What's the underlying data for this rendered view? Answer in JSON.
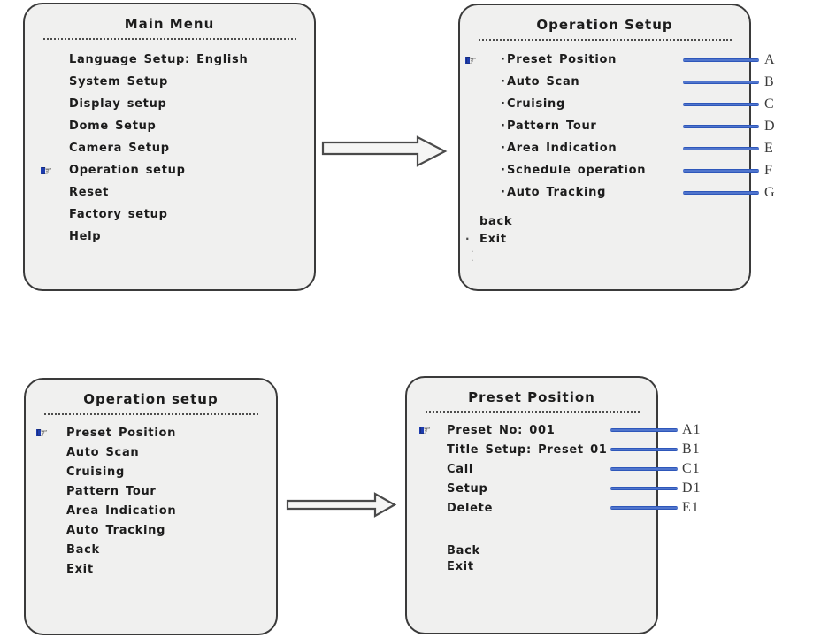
{
  "icons": {
    "cursor_glyph": "☞",
    "bullet_glyph": "·"
  },
  "colors": {
    "panel_bg": "#f0f0ef",
    "panel_border": "#3a3a3a",
    "callout_blue_dark": "#2e57ba",
    "callout_blue_light": "#7d9ce5",
    "cursor_cuff_blue": "#1d3cae",
    "text": "#1c1c1c",
    "tag_text": "#3a3a3a"
  },
  "panels": {
    "main_menu": {
      "title": "Main Menu",
      "items": [
        {
          "label": "Language Setup: English",
          "cursor": false
        },
        {
          "label": "System Setup",
          "cursor": false
        },
        {
          "label": "Display setup",
          "cursor": false
        },
        {
          "label": "Dome Setup",
          "cursor": false
        },
        {
          "label": "Camera Setup",
          "cursor": false
        },
        {
          "label": "Operation setup",
          "cursor": true
        },
        {
          "label": "Reset",
          "cursor": false
        },
        {
          "label": "Factory setup",
          "cursor": false
        },
        {
          "label": "Help",
          "cursor": false
        }
      ]
    },
    "operation_setup_top": {
      "title": "Operation Setup",
      "items": [
        {
          "label": "Preset Position",
          "cursor": true,
          "bullet": true,
          "tag": "A"
        },
        {
          "label": "Auto Scan",
          "cursor": false,
          "bullet": true,
          "tag": "B"
        },
        {
          "label": "Cruising",
          "cursor": false,
          "bullet": true,
          "tag": "C"
        },
        {
          "label": "Pattern Tour",
          "cursor": false,
          "bullet": true,
          "tag": "D"
        },
        {
          "label": "Area Indication",
          "cursor": false,
          "bullet": true,
          "tag": "E"
        },
        {
          "label": "Schedule operation",
          "cursor": false,
          "bullet": true,
          "tag": "F"
        },
        {
          "label": "Auto Tracking",
          "cursor": false,
          "bullet": true,
          "tag": "G"
        }
      ],
      "footer_items": [
        {
          "label": "back",
          "bullet": false
        },
        {
          "label": "Exit",
          "bullet": true
        }
      ],
      "trailing_dots": [
        "·",
        "·"
      ]
    },
    "operation_setup_bottom": {
      "title": "Operation setup",
      "items": [
        {
          "label": "Preset Position",
          "cursor": true
        },
        {
          "label": "Auto Scan",
          "cursor": false
        },
        {
          "label": "Cruising",
          "cursor": false
        },
        {
          "label": "Pattern Tour",
          "cursor": false
        },
        {
          "label": "Area Indication",
          "cursor": false
        },
        {
          "label": "Auto Tracking",
          "cursor": false
        },
        {
          "label": "Back",
          "cursor": false
        },
        {
          "label": "Exit",
          "cursor": false
        }
      ]
    },
    "preset_position": {
      "title": "Preset Position",
      "items": [
        {
          "label": "Preset No: 001",
          "cursor": true,
          "tag": "A1"
        },
        {
          "label": "Title Setup: Preset 01",
          "cursor": false,
          "tag": "B1"
        },
        {
          "label": "Call",
          "cursor": false,
          "tag": "C1"
        },
        {
          "label": "Setup",
          "cursor": false,
          "tag": "D1"
        },
        {
          "label": "Delete",
          "cursor": false,
          "tag": "E1"
        }
      ],
      "footer_items": [
        {
          "label": "Back",
          "bullet": false
        },
        {
          "label": "Exit",
          "bullet": false
        }
      ]
    }
  },
  "arrows": [
    {
      "name": "main-to-operation",
      "direction": "right"
    },
    {
      "name": "operation-to-preset",
      "direction": "right"
    }
  ]
}
